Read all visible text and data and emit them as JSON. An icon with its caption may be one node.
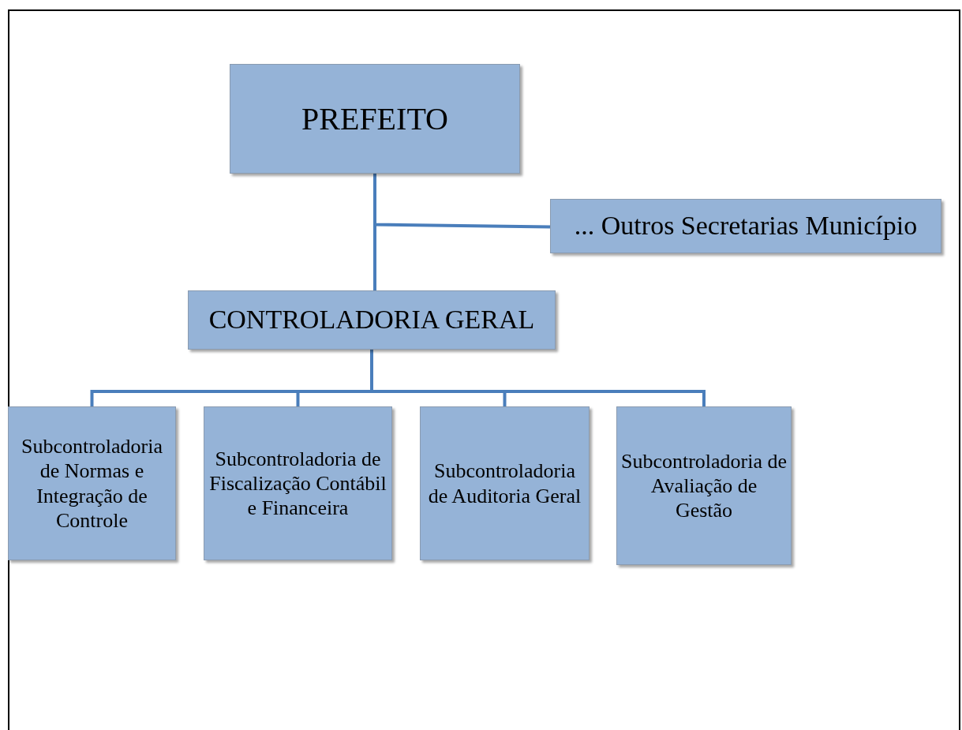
{
  "diagram": {
    "nodes": [
      {
        "text": [
          "PREFEITO"
        ]
      },
      {
        "text": [
          "... Outros Secretarias Município"
        ]
      },
      {
        "text": [
          "CONTROLADORIA GERAL"
        ]
      },
      {
        "text": [
          "Subcontroladoria de Normas e Integração de Controle"
        ]
      },
      {
        "text": [
          "Subcontroladoria de Fiscalização Contábil e Financeira"
        ]
      },
      {
        "text": [
          "Subcontroladoria de Auditoria Geral"
        ]
      },
      {
        "text": [
          "Subcontroladoria de Avaliação de Gestão"
        ]
      }
    ],
    "edges": [
      {
        "from": 0,
        "to": 2,
        "arrow": "none"
      },
      {
        "from": 0,
        "to": 1,
        "arrow": "none"
      },
      {
        "from": 2,
        "to": 3,
        "arrow": "none"
      },
      {
        "from": 2,
        "to": 4,
        "arrow": "none"
      },
      {
        "from": 2,
        "to": 5,
        "arrow": "none"
      },
      {
        "from": 2,
        "to": 6,
        "arrow": "none"
      }
    ]
  }
}
